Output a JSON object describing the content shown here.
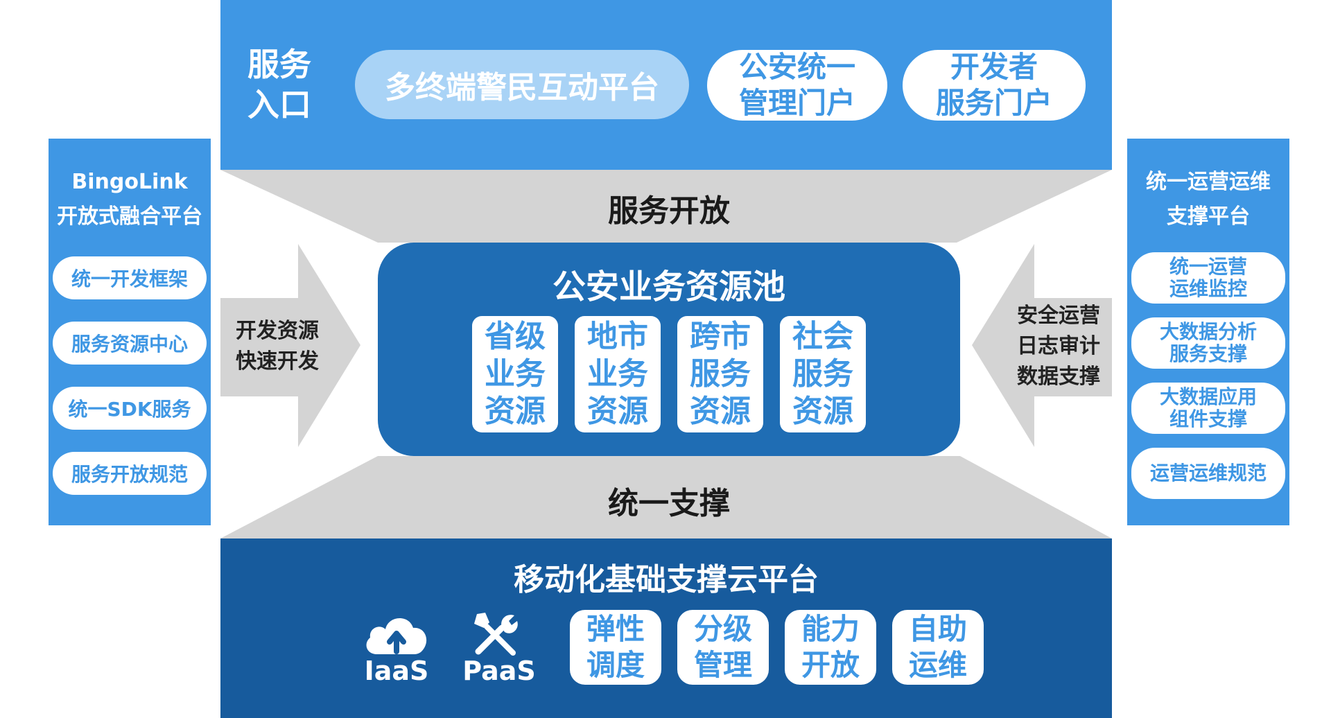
{
  "top": {
    "label": "服务\n入口",
    "pills": [
      "多终端警民互动平台",
      "公安统一\n管理门户",
      "开发者\n服务门户"
    ]
  },
  "service_open": "服务开放",
  "unified_support": "统一支撑",
  "center": {
    "title": "公安业务资源池",
    "cards": [
      "省级\n业务\n资源",
      "地市\n业务\n资源",
      "跨市\n服务\n资源",
      "社会\n服务\n资源"
    ]
  },
  "left_arrow": "开发资源\n快速开发",
  "right_arrow": "安全运营\n日志审计\n数据支撑",
  "left_panel": {
    "title": "BingoLink\n开放式融合平台",
    "items": [
      "统一开发框架",
      "服务资源中心",
      "统一SDK服务",
      "服务开放规范"
    ]
  },
  "right_panel": {
    "title": "统一运营运维\n支撑平台",
    "items": [
      "统一运营\n运维监控",
      "大数据分析\n服务支撑",
      "大数据应用\n组件支撑",
      "运营运维规范"
    ]
  },
  "bottom": {
    "title": "移动化基础支撑云平台",
    "iaas": "IaaS",
    "paas": "PaaS",
    "cards": [
      "弹性\n调度",
      "分级\n管理",
      "能力\n开放",
      "自助\n运维"
    ]
  },
  "colors": {
    "light_blue": "#3f97e4",
    "mid_blue": "#1f6db4",
    "dark_blue": "#175b9d",
    "pale_blue": "#a9d3f6",
    "gray": "#d4d4d4"
  }
}
